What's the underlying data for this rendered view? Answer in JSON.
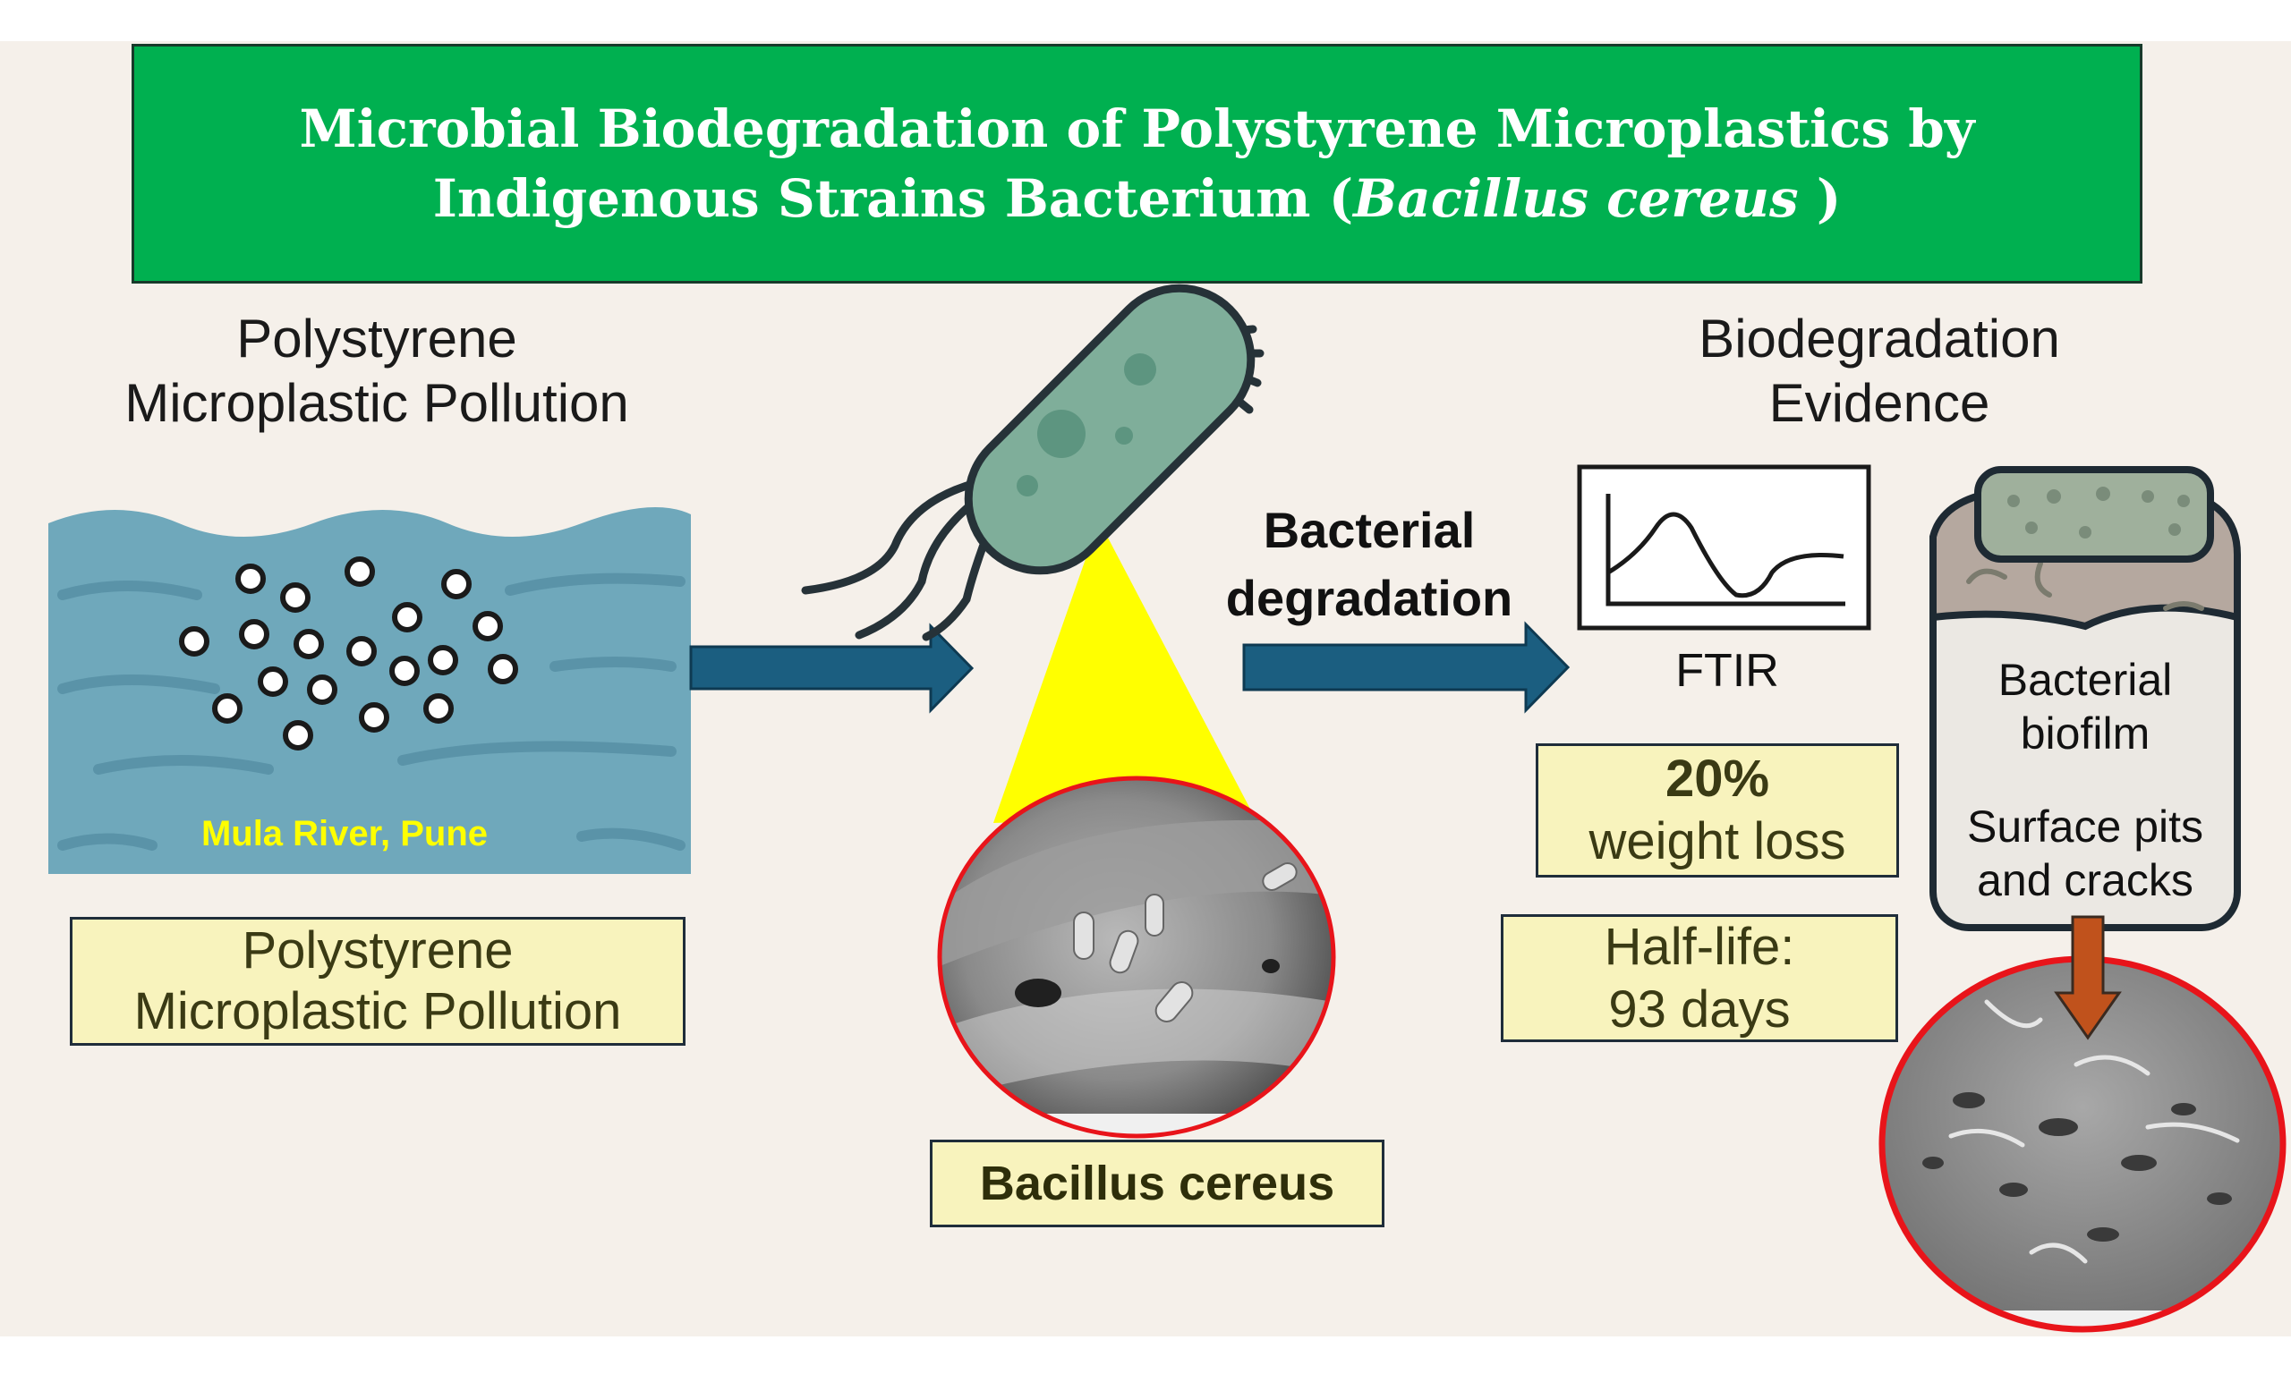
{
  "title": {
    "line1": "Microbial Biodegradation of Polystyrene Microplastics by",
    "line2_prefix": "Indigenous Strains Bacterium (",
    "line2_italic": "Bacillus cereus",
    "line2_suffix": " )"
  },
  "left": {
    "heading_line1": "Polystyrene",
    "heading_line2": "Microplastic Pollution",
    "location_label": "Mula River, Pune",
    "box_line1": "Polystyrene",
    "box_line2": "Microplastic Pollution"
  },
  "middle": {
    "organism_label": "Bacillus cereus",
    "process_line1": "Bacterial",
    "process_line2": "degradation"
  },
  "right": {
    "heading_line1": "Biodegradation",
    "heading_line2": "Evidence",
    "ftir_label": "FTIR",
    "weight_loss_line1": "20%",
    "weight_loss_line2": "weight loss",
    "half_life_line1": "Half-life:",
    "half_life_line2": "93 days",
    "jar_line1": "Bacterial",
    "jar_line2": "biofilm",
    "jar_line3": "Surface pits",
    "jar_line4": "and cracks"
  },
  "colors": {
    "title_bg": "#00b050",
    "water": "#6fa8bb",
    "arrow_blue": "#1b5e80",
    "arrow_brown": "#c0521c",
    "highlight_yellow": "#ffff00",
    "label_box": "#f8f3bd",
    "circle_border": "#e8141a"
  }
}
